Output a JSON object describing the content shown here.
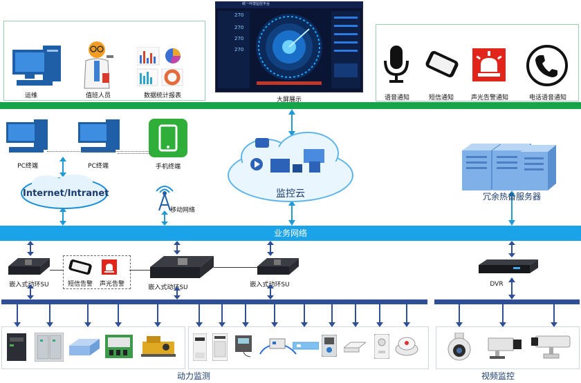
{
  "top": {
    "ops_label": "运维",
    "staff_label": "值班人员",
    "report_label": "数据统计报表",
    "screen_label": "大屏展示",
    "voice_label": "语音通知",
    "sms_label": "短信通知",
    "alarm_label": "声光告警通知",
    "phone_label": "电话语音通知"
  },
  "screen": {
    "header_title": "统一环境监控平台",
    "gauge_values": [
      "270",
      "270",
      "270",
      "270"
    ]
  },
  "middle": {
    "pc1_label": "PC终端",
    "pc2_label": "PC终端",
    "mobile_label": "手机终端",
    "internet_label": "Internet/Intranet",
    "mobile_net_label": "移动网络",
    "cloud_label": "监控云",
    "servers_label": "冗余热备服务器"
  },
  "network": {
    "label": "业务网络"
  },
  "lower": {
    "su_left_label": "嵌入式动环SU",
    "sms_alarm_label": "短信告警",
    "light_alarm_label": "声光告警",
    "su_center_label": "嵌入式动环SU",
    "su_right_label": "嵌入式动环SU",
    "dvr_label": "DVR"
  },
  "bottom": {
    "power_label": "动力监测",
    "video_label": "视频监控"
  },
  "colors": {
    "green_bar": "#16a34a",
    "blue_bar": "#1aa3e8",
    "rail": "#2e4f96",
    "arrow": "#1f9ad6"
  }
}
